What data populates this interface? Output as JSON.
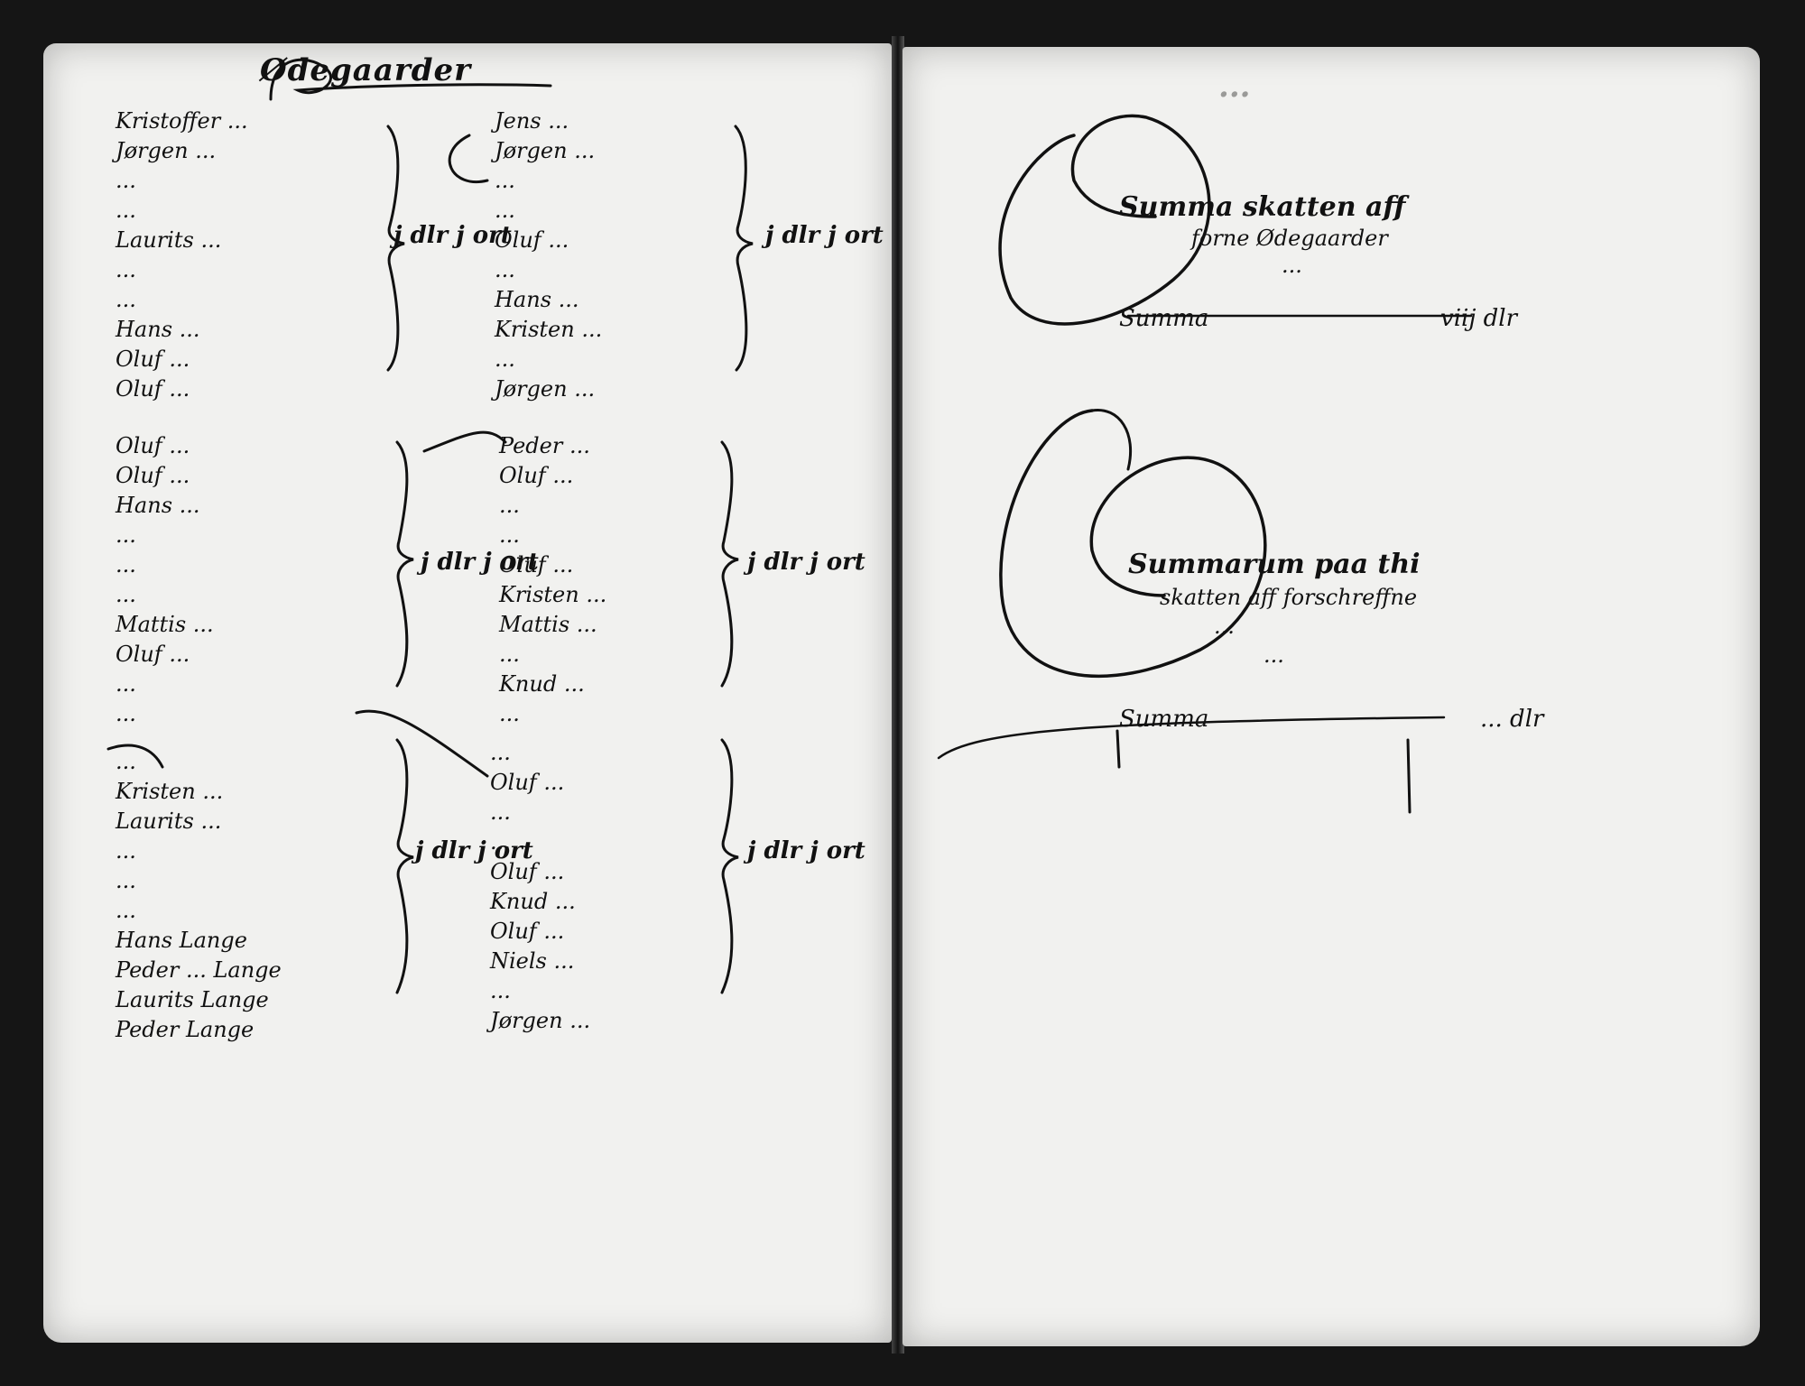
{
  "left_page": {
    "heading": "Ødegaarder",
    "groups": [
      {
        "entries": [
          "Kristoffer ...",
          "Jørgen ...",
          "...",
          "...",
          "Laurits ...",
          "...",
          "...",
          "Hans ...",
          "Oluf ...",
          "Oluf ..."
        ],
        "amount": "j dlr j ort"
      },
      {
        "entries": [
          "Jens ...",
          "Jørgen ...",
          "...",
          "...",
          "Oluf ...",
          "...",
          "Hans ...",
          "Kristen ...",
          "...",
          "Jørgen ..."
        ],
        "amount": "j dlr j ort"
      },
      {
        "entries": [
          "Oluf ...",
          "Oluf ...",
          "Hans ...",
          "...",
          "...",
          "...",
          "Mattis ...",
          "Oluf ...",
          "...",
          "..."
        ],
        "amount": "j dlr j ort"
      },
      {
        "entries": [
          "Peder ...",
          "Oluf ...",
          "...",
          "...",
          "Oluf ...",
          "Kristen ...",
          "Mattis ...",
          "...",
          "Knud ...",
          "..."
        ],
        "amount": "j dlr j ort"
      },
      {
        "entries": [
          "...",
          "Kristen ...",
          "Laurits ...",
          "...",
          "...",
          "...",
          "Hans Lange",
          "Peder ... Lange",
          "Laurits Lange",
          "Peder Lange"
        ],
        "amount": "j dlr j ort"
      },
      {
        "entries": [
          "...",
          "Oluf ...",
          "...",
          "...",
          "Oluf ...",
          "Knud ...",
          "Oluf ...",
          "Niels ...",
          "...",
          "Jørgen ..."
        ],
        "amount": "j dlr j ort"
      }
    ]
  },
  "right_page": {
    "faded_heading": "...",
    "summa1": {
      "line1": "Summa skatten aff",
      "line2": "forne Ødegaarder",
      "line3": "...",
      "label": "Summa",
      "value": "viij dlr"
    },
    "summa2": {
      "line1": "Summarum paa thi",
      "line2": "skatten aff forschreffne",
      "line3": "...",
      "line4": "...",
      "label": "Summa",
      "value": "... dlr"
    }
  }
}
